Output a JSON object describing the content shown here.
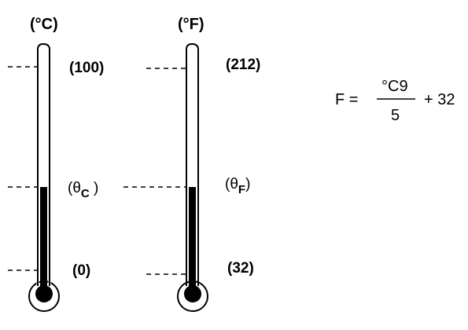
{
  "celsius": {
    "unit": "(°C)",
    "marks": [
      {
        "key": "boiling",
        "text": "(100)"
      },
      {
        "key": "reading",
        "symbol": "(θ",
        "sub": "C",
        "close": " )"
      },
      {
        "key": "freezing",
        "text": "(0)"
      }
    ]
  },
  "fahrenheit": {
    "unit": "(°F)",
    "marks": [
      {
        "key": "boiling",
        "text": "(212)"
      },
      {
        "key": "reading",
        "symbol": "(θ",
        "sub": "F",
        "close": ")"
      },
      {
        "key": "freezing",
        "text": "(32)"
      }
    ]
  },
  "formula": {
    "lhs": "F =",
    "numerator": "°C9",
    "denominator": "5",
    "rhs": "+ 32"
  },
  "colors": {
    "ink": "#000000",
    "fill": "#000000",
    "background": "#ffffff"
  }
}
